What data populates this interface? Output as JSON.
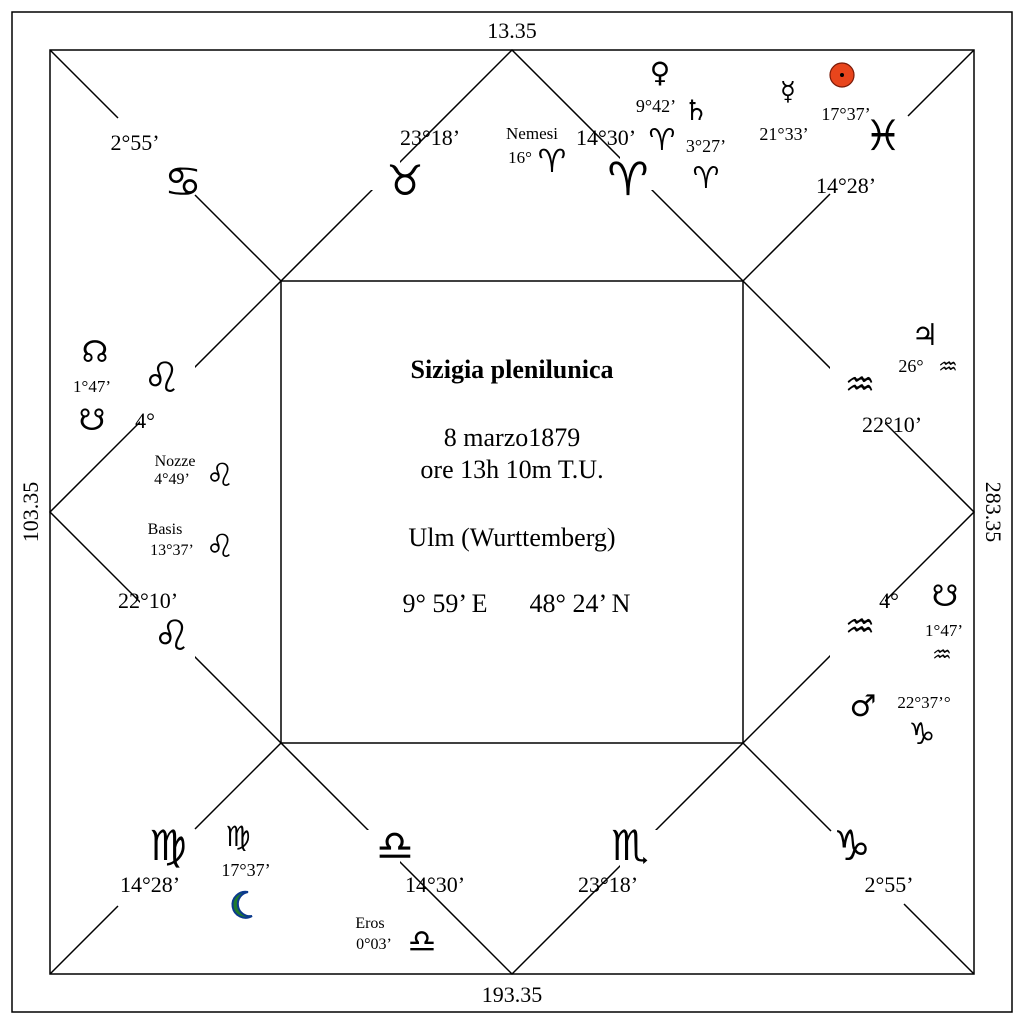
{
  "corners": {
    "top": "13.35",
    "bottom": "193.35",
    "left": "103.35",
    "right": "283.35"
  },
  "center": {
    "title": "Sizigia plenilunica",
    "date": "8 marzo1879",
    "time": "ore 13h 10m T.U.",
    "place": "Ulm (Wurttemberg)",
    "longitude": "9° 59’ E",
    "latitude": "48° 24’ N"
  },
  "houses": {
    "h1_cancer": {
      "deg": "2°55’",
      "sign": "♋"
    },
    "h2_taurus": {
      "deg": "23°18’",
      "sign": "♉"
    },
    "h3_aries": {
      "deg": "14°30’",
      "sign": "♈"
    },
    "h4_pisces": {
      "deg": "14°28’",
      "sign": "♓"
    },
    "h5_aquarius_top": {
      "deg": "22°10’",
      "sign": "♒"
    },
    "h6_aquarius_bottom": {
      "deg": "4°",
      "sign": "♒"
    },
    "h7_capricorn": {
      "deg": "2°55’",
      "sign": "♑"
    },
    "h8_scorpio": {
      "deg": "23°18’",
      "sign": "♏"
    },
    "h9_libra": {
      "deg": "14°30’",
      "sign": "♎"
    },
    "h10_virgo": {
      "deg": "14°28’",
      "sign": "♍"
    },
    "h11_leo_bottom": {
      "deg": "22°10’",
      "sign": "♌"
    },
    "h12_leo_top": {
      "deg": "4°",
      "sign": "♌"
    }
  },
  "planets": {
    "venus": {
      "glyph": "♀",
      "deg": "9°42’",
      "sign": "♈"
    },
    "saturn": {
      "glyph": "♄",
      "deg": "3°27’",
      "sign": "♈"
    },
    "mercury": {
      "glyph": "☿",
      "deg": "21°33’"
    },
    "sun": {
      "glyph": "☉",
      "deg": "17°37’",
      "color": "#e8451c"
    },
    "jupiter": {
      "glyph": "♃",
      "deg": "26°",
      "sign": "♒"
    },
    "south_node": {
      "glyph": "☋",
      "deg": "1°47’",
      "sign": "♒"
    },
    "mars": {
      "glyph": "♂",
      "deg": "22°37’°",
      "sign": "♑"
    },
    "moon": {
      "glyph": "☾",
      "deg": "17°37’",
      "sign": "♍",
      "color": "#1f7a2e"
    },
    "north_node": {
      "glyph": "☊",
      "deg": "1°47’",
      "sign": "☋"
    }
  },
  "points": {
    "nemesi": {
      "name": "Nemesi",
      "deg": "16°",
      "sign": "♈"
    },
    "nozze": {
      "name": "Nozze",
      "deg": "4°49’",
      "sign": "♌"
    },
    "basis": {
      "name": "Basis",
      "deg": "13°37’",
      "sign": "♌"
    },
    "eros": {
      "name": "Eros",
      "deg": "0°03’",
      "sign": "♎"
    }
  }
}
